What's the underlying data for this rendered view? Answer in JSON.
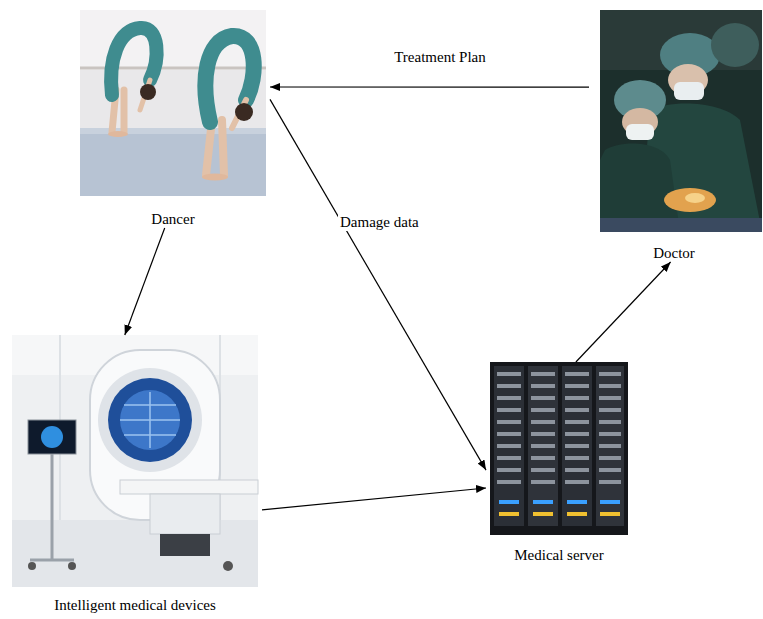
{
  "diagram": {
    "nodes": [
      {
        "text": [
          "Dancer"
        ]
      },
      {
        "text": [
          "Doctor"
        ]
      },
      {
        "text": [
          "Intelligent medical devices"
        ]
      },
      {
        "text": [
          "Medical server"
        ]
      }
    ],
    "edges": [
      {
        "from": 1,
        "to": 0,
        "label": "Treatment Plan",
        "arrow": "to"
      },
      {
        "from": 0,
        "to": 3,
        "label": "Damage data",
        "arrow": "to"
      },
      {
        "from": 0,
        "to": 2,
        "arrow": "to"
      },
      {
        "from": 2,
        "to": 3,
        "arrow": "to"
      },
      {
        "from": 3,
        "to": 1,
        "arrow": "to"
      }
    ]
  }
}
